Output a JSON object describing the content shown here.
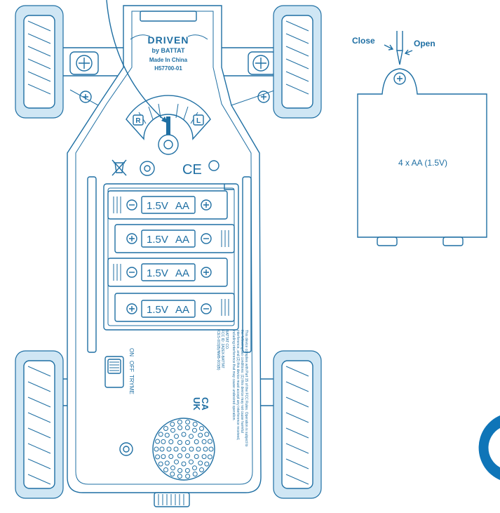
{
  "colors": {
    "line": "#1f6fa3",
    "accent": "#0f75b8",
    "tread": "#cfe6f4",
    "background": "#ffffff"
  },
  "brand": {
    "name": "DRIVEN",
    "by": "by BATTAT",
    "made_in": "Made In China",
    "model": "H57700-01"
  },
  "steering": {
    "left": "R",
    "right": "L"
  },
  "battery_cells": [
    {
      "voltage": "1.5V",
      "size": "AA"
    },
    {
      "voltage": "1.5V",
      "size": "AA"
    },
    {
      "voltage": "1.5V",
      "size": "AA"
    },
    {
      "voltage": "1.5V",
      "size": "AA"
    }
  ],
  "switch": {
    "on": "ON",
    "off": "OFF",
    "try_me": "TRYME"
  },
  "marks": {
    "ce": "CE",
    "ukca_top": "UK",
    "ukca_bottom": "CA"
  },
  "compliance": {
    "lines": [
      "This device complies with Part 15 of the FCC Rules. Operation is subject to",
      "the following two conditions: (1) this device may not cause harmful",
      "interference, and (2) this device must accept any interference received,",
      "including interference that may cause undesired operation."
    ],
    "ids": [
      "BATTAT CO.",
      "FCC ID: 2A2EX-BATTAT",
      "ICES-003(B)/NMB-003(B)"
    ]
  },
  "cover": {
    "close_label": "Close",
    "open_label": "Open",
    "battery_spec": "4 x AA (1.5V)"
  }
}
